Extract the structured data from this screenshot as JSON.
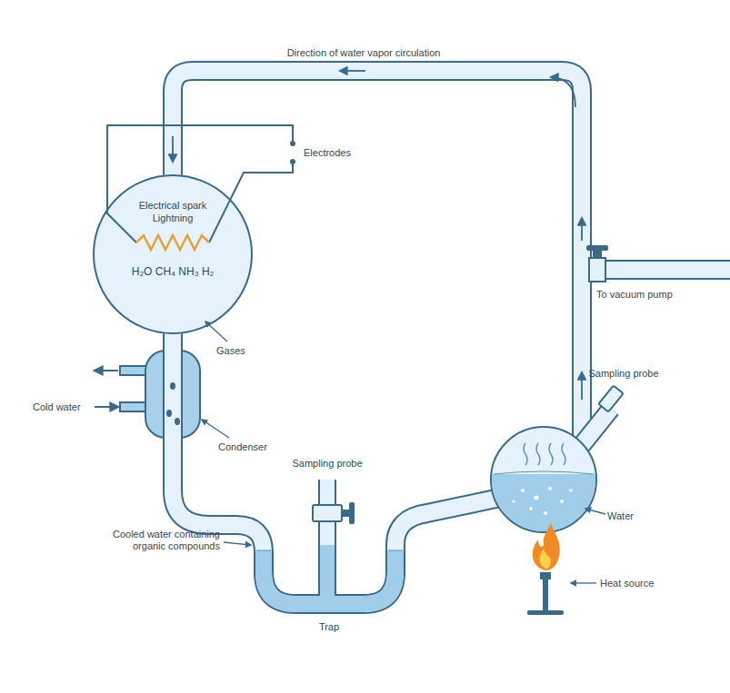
{
  "diagram": {
    "nodes": [
      {
        "text": [
          "Electrical spark Lightning",
          "H₂O CH₄ NH₃ H₂"
        ]
      }
    ],
    "labels": [
      "Direction of water vapor circulation",
      "Electrodes",
      "Gases",
      "Cold water",
      "Condenser",
      "Cooled water containing organic compounds",
      "Sampling probe",
      "Trap",
      "Sampling probe",
      "To vacuum pump",
      "Water",
      "Heat source"
    ]
  }
}
